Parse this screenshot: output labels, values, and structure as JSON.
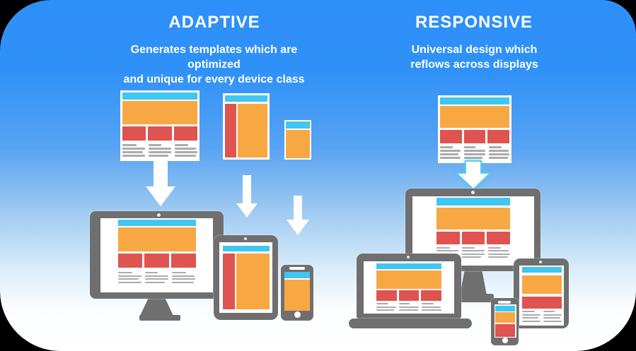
{
  "header": {
    "adaptive": {
      "title": "ADAPTIVE",
      "subtitle_line1": "Generates templates which are optimized",
      "subtitle_line2": "and unique for every device class"
    },
    "responsive": {
      "title": "RESPONSIVE",
      "subtitle_line1": "Universal design which",
      "subtitle_line2": "reflows across displays"
    }
  },
  "colors": {
    "sky_top": "#2E90F8",
    "cyan": "#3FC6F1",
    "orange": "#F8A843",
    "red": "#DF5350",
    "device_gray": "#6F6F6F",
    "line_gray": "#ABABAB",
    "screen_white": "#FFFFFF",
    "glow_cyan": "#49C1EE"
  },
  "figures": {
    "adaptive_templates": [
      "desktop-template",
      "tablet-template",
      "phone-template"
    ],
    "adaptive_devices": [
      "desktop-monitor",
      "tablet",
      "smartphone"
    ],
    "adaptive_arrow_icons": [
      "down-arrow-icon",
      "down-arrow-icon",
      "down-arrow-icon"
    ],
    "responsive_template": "desktop-template",
    "responsive_arrow_icon": "glow-down-arrow-icon",
    "responsive_devices": [
      "desktop-monitor",
      "laptop",
      "tablet",
      "smartphone"
    ]
  }
}
